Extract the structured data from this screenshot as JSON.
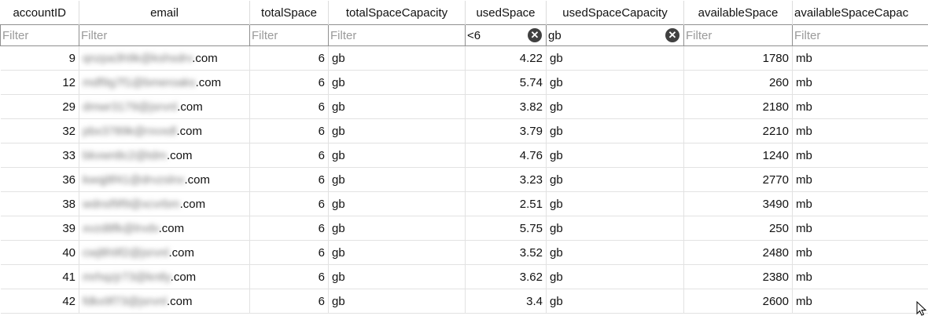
{
  "columns": [
    "accountID",
    "email",
    "totalSpace",
    "totalSpaceCapacity",
    "usedSpace",
    "usedSpaceCapacity",
    "availableSpace",
    "availableSpaceCapac"
  ],
  "filters": {
    "placeholder": "Filter",
    "values": [
      "",
      "",
      "",
      "",
      "<6",
      "gb",
      "",
      ""
    ]
  },
  "rows": [
    {
      "accountID": "9",
      "email_local": "qnzpa3h9k@kshsdrv",
      "email_suffix": ".com",
      "totalSpace": "6",
      "totalSpaceCapacity": "gb",
      "usedSpace": "4.22",
      "usedSpaceCapacity": "gb",
      "availableSpace": "1780",
      "availableSpaceCapacity": "mb"
    },
    {
      "accountID": "12",
      "email_local": "mdf9g7f1@bmeroaks",
      "email_suffix": ".com",
      "totalSpace": "6",
      "totalSpaceCapacity": "gb",
      "usedSpace": "5.74",
      "usedSpaceCapacity": "gb",
      "availableSpace": "260",
      "availableSpaceCapacity": "mb"
    },
    {
      "accountID": "29",
      "email_local": "dmwr3179@jsrvnl",
      "email_suffix": ".com",
      "totalSpace": "6",
      "totalSpaceCapacity": "gb",
      "usedSpace": "3.82",
      "usedSpaceCapacity": "gb",
      "availableSpace": "2180",
      "availableSpaceCapacity": "mb"
    },
    {
      "accountID": "32",
      "email_local": "pbx3789k@rxvxdl",
      "email_suffix": ".com",
      "totalSpace": "6",
      "totalSpaceCapacity": "gb",
      "usedSpace": "3.79",
      "usedSpaceCapacity": "gb",
      "availableSpace": "2210",
      "availableSpaceCapacity": "mb"
    },
    {
      "accountID": "33",
      "email_local": "bkvwn8c2@tdm",
      "email_suffix": ".com",
      "totalSpace": "6",
      "totalSpaceCapacity": "gb",
      "usedSpace": "4.76",
      "usedSpaceCapacity": "gb",
      "availableSpace": "1240",
      "availableSpaceCapacity": "mb"
    },
    {
      "accountID": "36",
      "email_local": "kwqj8f41@drvzslnx",
      "email_suffix": ".com",
      "totalSpace": "6",
      "totalSpaceCapacity": "gb",
      "usedSpace": "3.23",
      "usedSpaceCapacity": "gb",
      "availableSpace": "2770",
      "availableSpaceCapacity": "mb"
    },
    {
      "accountID": "38",
      "email_local": "wdnsf9f9@xcvrbm",
      "email_suffix": ".com",
      "totalSpace": "6",
      "totalSpaceCapacity": "gb",
      "usedSpace": "2.51",
      "usedSpaceCapacity": "gb",
      "availableSpace": "3490",
      "availableSpaceCapacity": "mb"
    },
    {
      "accountID": "39",
      "email_local": "xvzd8fk@lrvdv",
      "email_suffix": ".com",
      "totalSpace": "6",
      "totalSpaceCapacity": "gb",
      "usedSpace": "5.75",
      "usedSpaceCapacity": "gb",
      "availableSpace": "250",
      "availableSpaceCapacity": "mb"
    },
    {
      "accountID": "40",
      "email_local": "cwj8h9f2@jsrvnl",
      "email_suffix": ".com",
      "totalSpace": "6",
      "totalSpaceCapacity": "gb",
      "usedSpace": "3.52",
      "usedSpaceCapacity": "gb",
      "availableSpace": "2480",
      "availableSpaceCapacity": "mb"
    },
    {
      "accountID": "41",
      "email_local": "mrhqzjr73@kntly",
      "email_suffix": ".com",
      "totalSpace": "6",
      "totalSpaceCapacity": "gb",
      "usedSpace": "3.62",
      "usedSpaceCapacity": "gb",
      "availableSpace": "2380",
      "availableSpaceCapacity": "mb"
    },
    {
      "accountID": "42",
      "email_local": "fdkx9f73@jsrvnl",
      "email_suffix": ".com",
      "totalSpace": "6",
      "totalSpaceCapacity": "gb",
      "usedSpace": "3.4",
      "usedSpaceCapacity": "gb",
      "availableSpace": "2600",
      "availableSpaceCapacity": "mb"
    }
  ],
  "clear_icon": "clear-circle-icon",
  "cursor_icon": "mouse-pointer-icon"
}
